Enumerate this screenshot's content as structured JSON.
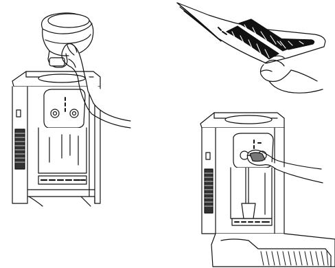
{
  "illustrations": [
    {
      "name": "bottle-install-illustration"
    },
    {
      "name": "manual-reading-illustration"
    },
    {
      "name": "dispensing-water-illustration"
    }
  ],
  "colors": {
    "stroke": "#111111",
    "background": "#ffffff",
    "dark_fill": "#111111",
    "mid_fill": "#777777"
  }
}
